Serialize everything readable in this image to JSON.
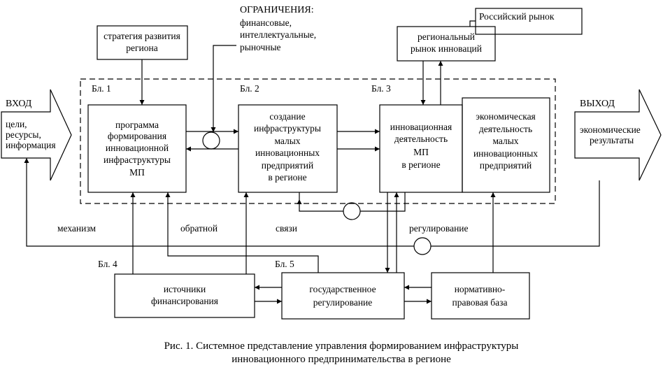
{
  "labels": {
    "vhod": "ВХОД",
    "vhod_text": [
      "цели,",
      "ресурсы,",
      "информация"
    ],
    "vyhod": "ВЫХОД",
    "vyhod_text": [
      "экономические",
      "результаты"
    ],
    "ogranicheniya_title": "ОГРАНИЧЕНИЯ:",
    "ogranicheniya_items": [
      "финансовые,",
      "интеллектуальные,",
      "рыночные"
    ],
    "russian_market": "Российский рынок",
    "block1": "Бл. 1",
    "block2": "Бл. 2",
    "block3": "Бл. 3",
    "block4": "Бл. 4",
    "block5": "Бл. 5",
    "feedback_words": [
      "механизм",
      "обратной",
      "связи",
      "регулирование"
    ]
  },
  "boxes": {
    "strategy": [
      "стратегия  развития",
      "региона"
    ],
    "regional_market": [
      "региональный",
      "рынок инноваций"
    ],
    "program": [
      "программа",
      "формирования",
      "инновационной",
      "инфраструктуры",
      "МП"
    ],
    "infrastructure": [
      "создание",
      "инфраструктуры",
      "малых",
      "инновационных",
      "предприятий",
      "в регионе"
    ],
    "innovation_activity": [
      "инновационная",
      "деятельность",
      "МП",
      "в регионе"
    ],
    "economic_activity": [
      "экономическая",
      "деятельность",
      "малых",
      "инновационных",
      "предприятий"
    ],
    "financing": [
      "источники",
      "финансирования"
    ],
    "state_regulation": [
      "государственное",
      "регулирование"
    ],
    "legal_base": [
      "нормативно-",
      "правовая база"
    ]
  },
  "caption": [
    "Рис. 1. Системное представление управления формированием инфраструктуры",
    "инновационного предпринимательства в регионе"
  ]
}
